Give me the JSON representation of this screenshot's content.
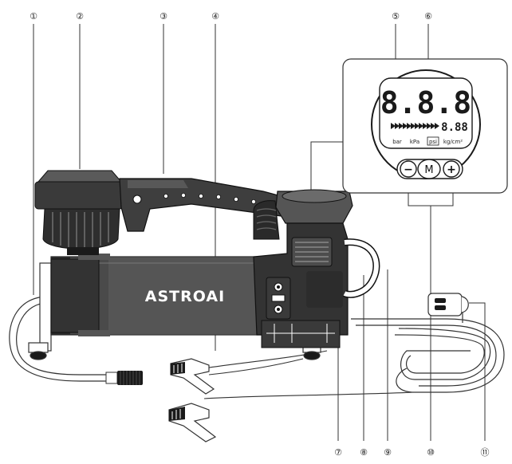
{
  "brand": "ASTROAI",
  "display": {
    "main_reading": "8.8.8",
    "sub_reading": "8.88",
    "units": [
      "bar",
      "kPa",
      "psi",
      "kg/cm²"
    ],
    "buttons": {
      "minus": "−",
      "mode": "M",
      "plus": "+"
    }
  },
  "callouts": [
    "①",
    "②",
    "③",
    "④",
    "⑤",
    "⑥",
    "⑦",
    "⑧",
    "⑨",
    "⑩",
    "⑪"
  ]
}
